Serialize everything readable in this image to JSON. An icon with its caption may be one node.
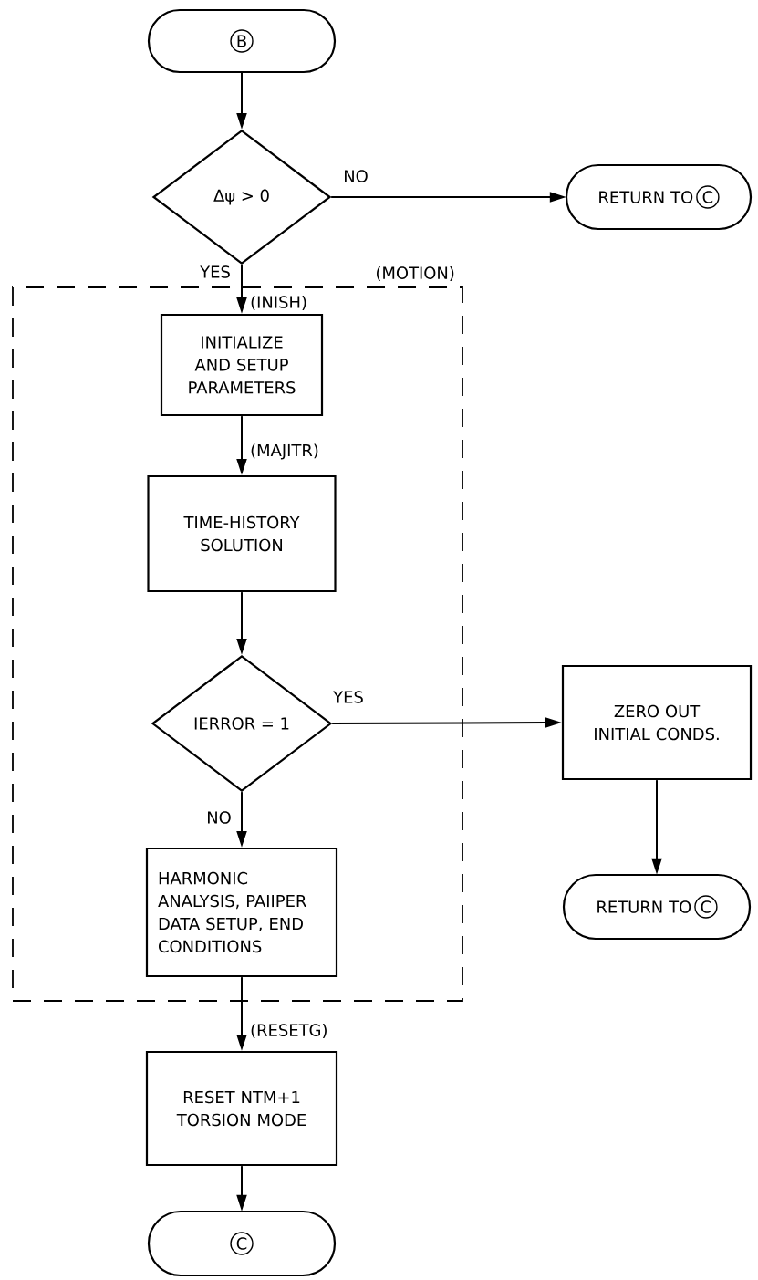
{
  "diagram": {
    "nodes": [
      {
        "text": [
          "B"
        ]
      },
      {
        "text": [
          "Δψ > 0"
        ]
      },
      {
        "text": [
          "RETURN TO",
          "C"
        ]
      },
      {
        "text": [
          "(MOTION)"
        ]
      },
      {
        "text": [
          "INITIALIZE AND SETUP PARAMETERS"
        ],
        "in": 3,
        "beside": [
          "(INISH)"
        ]
      },
      {
        "text": [
          "TIME-HISTORY SOLUTION"
        ],
        "in": 3,
        "beside": [
          "(MAJITR)"
        ]
      },
      {
        "text": [
          "IERROR = 1"
        ],
        "in": 3
      },
      {
        "text": [
          "ZERO OUT INITIAL CONDS."
        ]
      },
      {
        "text": [
          "RETURN TO",
          "C"
        ]
      },
      {
        "text": [
          "HARMONIC ANALYSIS, PAIIPER DATA SETUP, END CONDITIONS"
        ],
        "in": 3
      },
      {
        "text": [
          "RESET NTM+1 TORSION MODE"
        ],
        "beside": [
          "(RESETG)"
        ]
      },
      {
        "text": [
          "C"
        ]
      }
    ],
    "edges": [
      {
        "from": 0,
        "to": 1,
        "arrow": "to"
      },
      {
        "from": 1,
        "to": 2,
        "arrow": "to",
        "label": "NO"
      },
      {
        "from": 1,
        "to": 4,
        "arrow": "to",
        "label": "YES"
      },
      {
        "from": 4,
        "to": 5,
        "arrow": "to"
      },
      {
        "from": 5,
        "to": 6,
        "arrow": "to"
      },
      {
        "from": 6,
        "to": 7,
        "arrow": "to",
        "label": "YES"
      },
      {
        "from": 7,
        "to": 8,
        "arrow": "to"
      },
      {
        "from": 6,
        "to": 9,
        "arrow": "to",
        "label": "NO"
      },
      {
        "from": 9,
        "to": 10,
        "arrow": "to"
      },
      {
        "from": 10,
        "to": 11,
        "arrow": "to"
      }
    ]
  }
}
